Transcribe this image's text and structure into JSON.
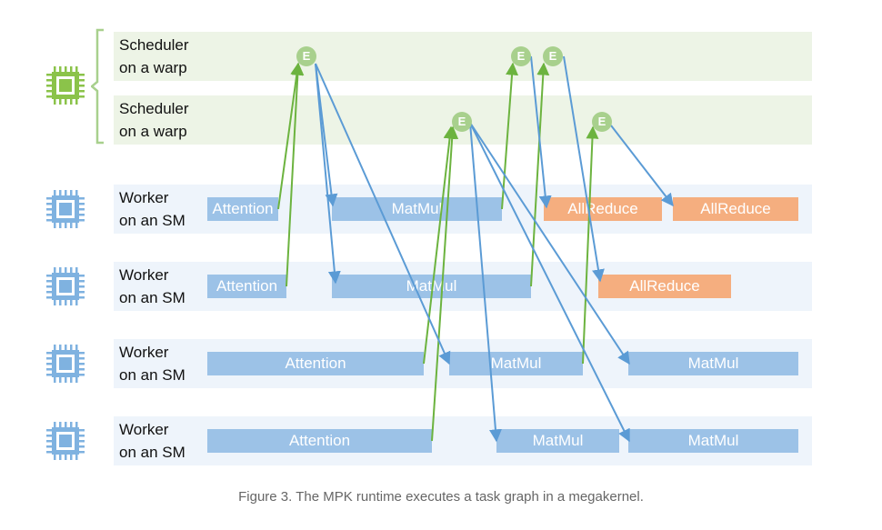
{
  "colors": {
    "scheduler_lane_bg": "#edf4e6",
    "worker_lane_bg": "#eef4fb",
    "task_blue": "#9cc2e7",
    "task_orange": "#f5ae7f",
    "arrow_green": "#6cb33f",
    "arrow_blue": "#5b9bd5",
    "event_node": "#a8d08d",
    "scheduler_chip": "#8bc34a",
    "worker_chip": "#7fb2e0"
  },
  "schedulers": [
    {
      "label_line1": "Scheduler",
      "label_line2": "on a warp"
    },
    {
      "label_line1": "Scheduler",
      "label_line2": "on a warp"
    }
  ],
  "workers": [
    {
      "label_line1": "Worker",
      "label_line2": "on an SM"
    },
    {
      "label_line1": "Worker",
      "label_line2": "on an SM"
    },
    {
      "label_line1": "Worker",
      "label_line2": "on an SM"
    },
    {
      "label_line1": "Worker",
      "label_line2": "on an SM"
    }
  ],
  "event_label": "E",
  "tasks": {
    "w1_attention": "Attention",
    "w1_matmul": "MatMul",
    "w1_allreduce_a": "AllReduce",
    "w1_allreduce_b": "AllReduce",
    "w2_attention": "Attention",
    "w2_matmul": "MatMul",
    "w2_allreduce": "AllReduce",
    "w3_attention": "Attention",
    "w3_matmul_a": "MatMul",
    "w3_matmul_b": "MatMul",
    "w4_attention": "Attention",
    "w4_matmul_a": "MatMul",
    "w4_matmul_b": "MatMul"
  },
  "caption": "Figure 3. The MPK runtime executes a task graph in a megakernel."
}
